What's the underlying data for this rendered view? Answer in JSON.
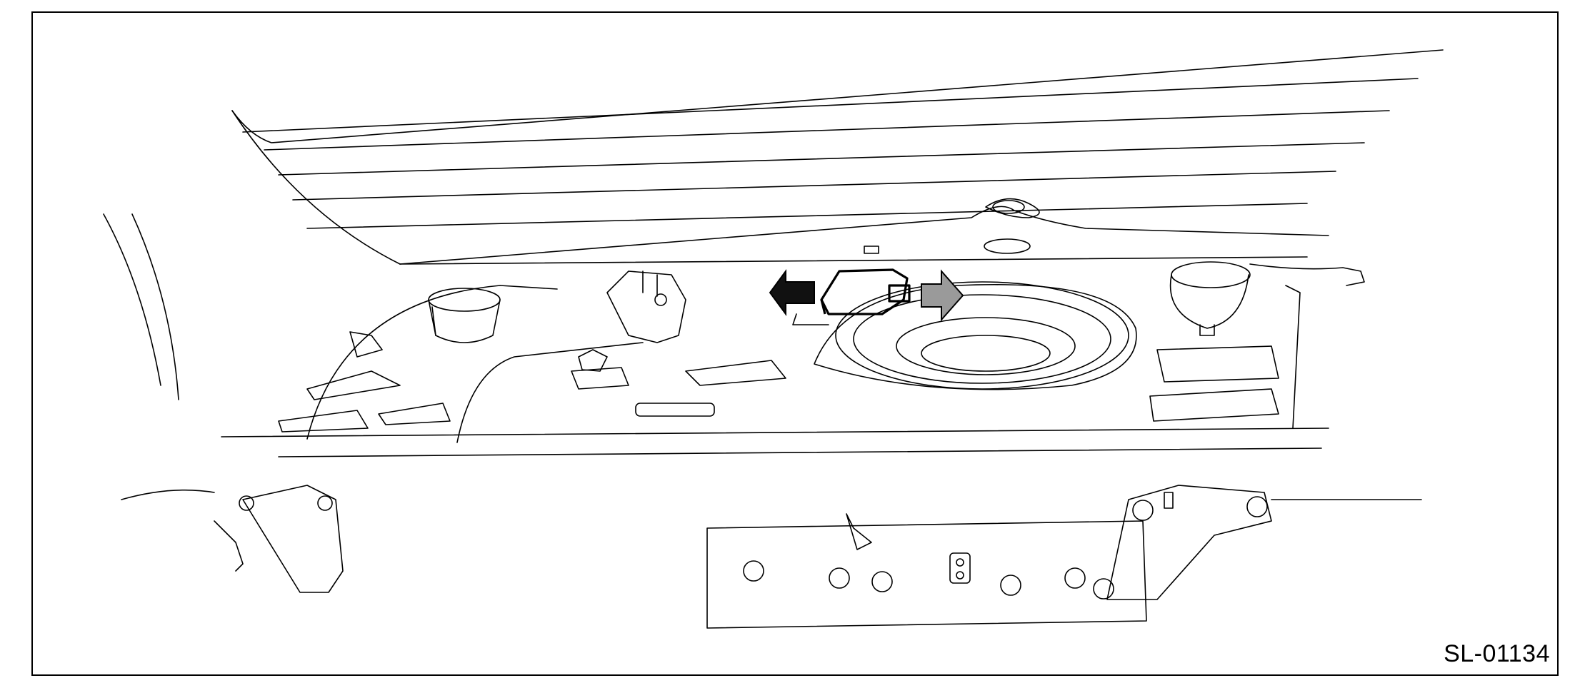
{
  "figure": {
    "reference_code": "SL-01134",
    "colors": {
      "line": "#000000",
      "arrow_remove": "#111111",
      "arrow_install": "#9a9a9a"
    },
    "arrows": [
      {
        "icon": "dark-arrow-icon",
        "direction": "left"
      },
      {
        "icon": "grey-arrow-icon",
        "direction": "right"
      }
    ]
  }
}
